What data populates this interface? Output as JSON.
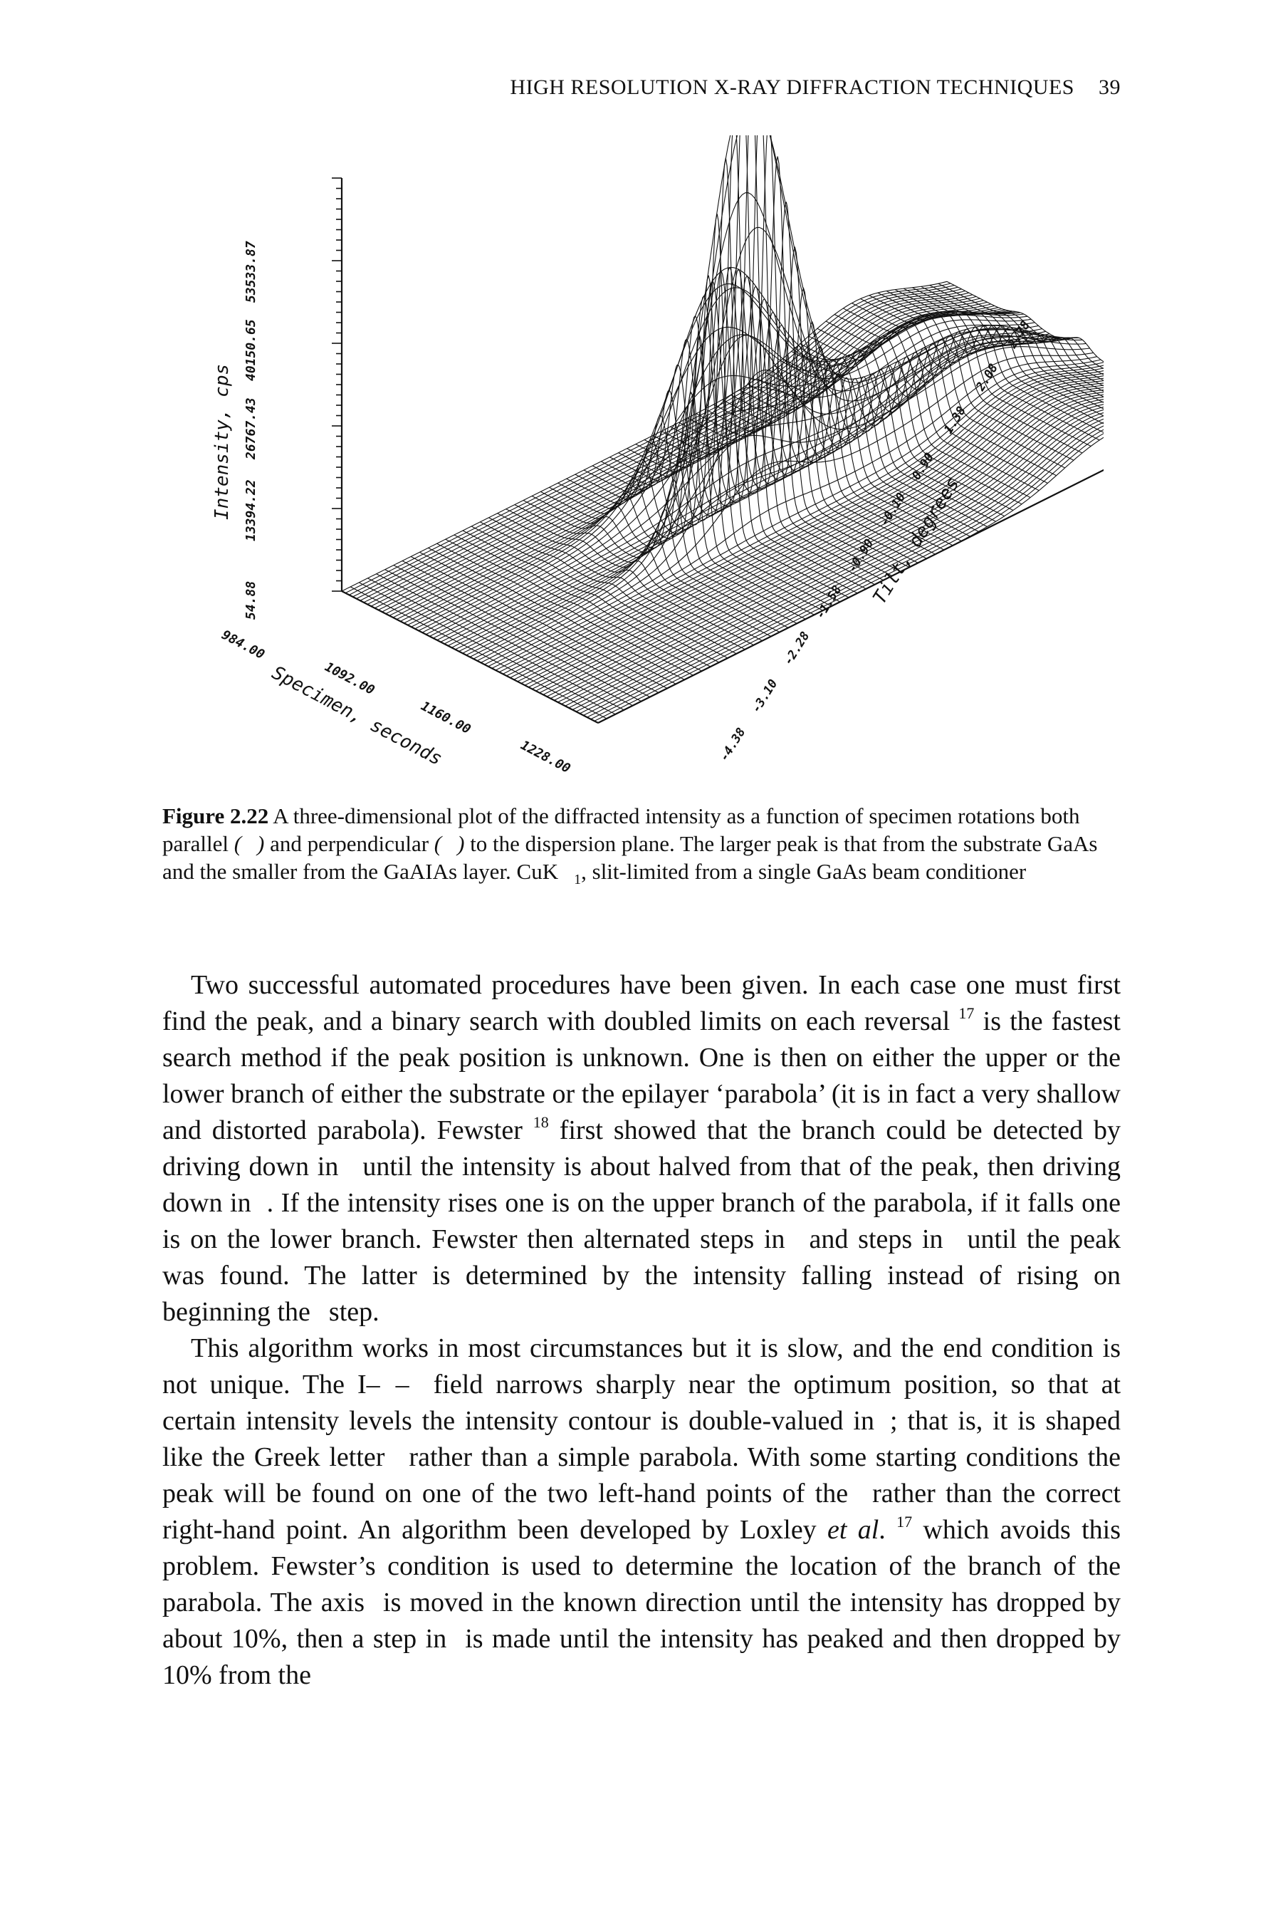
{
  "page": {
    "running_header": "HIGH RESOLUTION X-RAY DIFFRACTION TECHNIQUES",
    "page_number": "39"
  },
  "figure": {
    "z_axis_label": "Intensity, cps",
    "z_ticks": [
      "54.88",
      "13394.22",
      "26767.43",
      "40150.65",
      "53533.87"
    ],
    "x_axis_label": "Specimen, seconds",
    "x_ticks": [
      "1092.00",
      "1160.00",
      "1228.00"
    ],
    "x_first_tick": "984.00",
    "y_axis_label": "Tilt, degrees",
    "y_ticks": [
      "-4.38",
      "-3.10",
      "-2.28",
      "-1.58",
      "-0.90",
      "-0.10",
      "0.90",
      "1.38",
      "2.08",
      "2.78"
    ]
  },
  "caption": {
    "label": "Figure 2.22",
    "text_1": "A three-dimensional plot of the diffracted intensity as a function of specimen rotations both parallel",
    "text_2": "and perpendicular",
    "text_3": "to the dispersion plane. The larger peak is that from the substrate GaAs and the smaller from the GaAIAs layer. CuK",
    "sub": "1",
    "text_4": ", slit-limited from a single GaAs beam conditioner"
  },
  "paragraph_1": {
    "t1": "Two successful automated procedures have been given. In each case one must first find the peak, and a binary search with doubled limits on each reversal",
    "ref1": "17",
    "t2": "is the fastest search method if the peak position is unknown. One is then on either the upper or the lower branch of either the substrate or the epilayer ‘parabola’ (it is in fact a very shallow and distorted parabola). Fewster",
    "ref2": "18",
    "t3": "first showed that the branch could be detected by driving down in",
    "t4": "until the intensity is about halved from that of the peak, then driving down in",
    "t5": ". If the intensity rises one is on the upper branch of the parabola, if it falls one is on the lower branch. Fewster then alternated steps in",
    "t6": "and steps in",
    "t7": "until the peak was found. The latter is determined by the intensity falling instead of rising on beginning the",
    "t8": "step."
  },
  "paragraph_2": {
    "t1": "This algorithm works in most circumstances but it is slow, and the end condition is not unique. The I–",
    "t2": "–",
    "t3": "field narrows sharply near the optimum position, so that at certain intensity levels the intensity contour is double-valued in",
    "t4": "; that is, it is shaped like the Greek letter",
    "t5": "rather than a simple parabola. With some starting conditions the peak will be found on one of the two left-hand points of the",
    "t6": "rather than the correct right-hand point. An algorithm been developed by Loxley",
    "etal": "et al",
    "t7": ".",
    "ref": "17",
    "t8": "which avoids this problem. Fewster’s condition is used to determine the location of the branch of the parabola. The axis",
    "t9": "is moved in the known direction until the intensity has dropped by about 10%, then a step in",
    "t10": "is made until the intensity has peaked and then dropped by 10% from the"
  }
}
